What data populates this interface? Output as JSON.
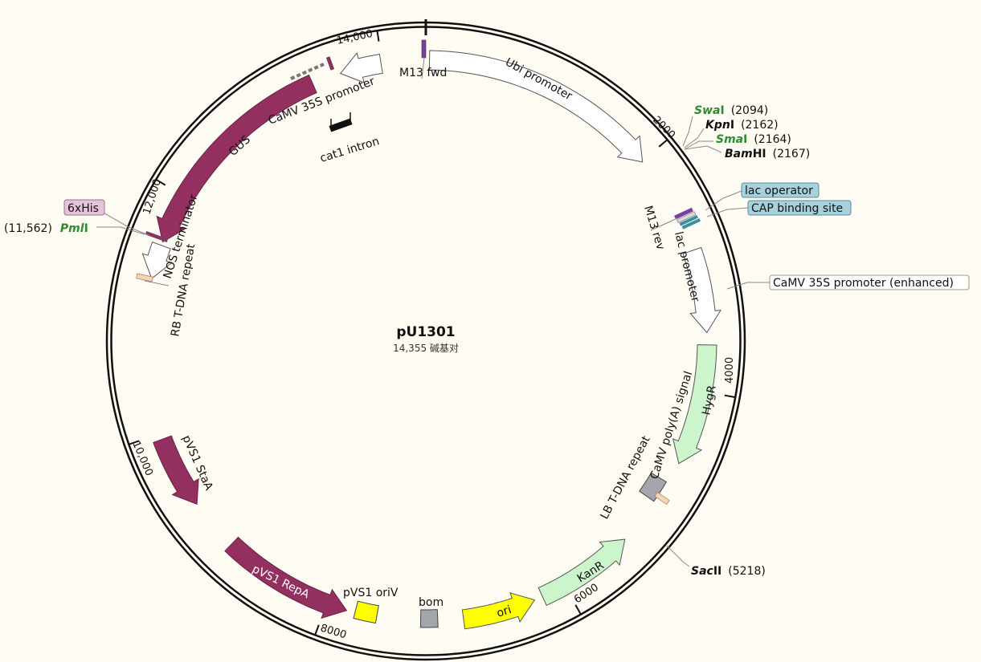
{
  "plasmid": {
    "name": "pU1301",
    "length_label": "14,355 碱基对",
    "total_bp": 14355
  },
  "colors": {
    "background": "#fffcf4",
    "maroon": "#93305f",
    "white_feature": "#ffffff",
    "light_green": "#ccf5cc",
    "yellow": "#ffff00",
    "gray": "#a3a6ad",
    "tan": "#f4d5b5",
    "purple": "#7b3fa0",
    "blue_label": "#a6d1dd",
    "pink_label": "#e5c3d9"
  },
  "features": [
    {
      "name": "Ubi promoter",
      "start": 30,
      "end": 2010,
      "dir": 1,
      "color": "#ffffff"
    },
    {
      "name": "lac promoter",
      "start": 2840,
      "end": 3520,
      "dir": 1,
      "color": "#ffffff"
    },
    {
      "name": "HygR",
      "start": 3620,
      "end": 4620,
      "dir": 1,
      "color": "#ccf5cc"
    },
    {
      "name": "KanR",
      "start": 5380,
      "end": 6200,
      "dir": -1,
      "color": "#ccf5cc"
    },
    {
      "name": "ori",
      "start": 6270,
      "end": 6870,
      "dir": -1,
      "color": "#ffff00"
    },
    {
      "name": "pVS1 RepA",
      "start": 7830,
      "end": 8920,
      "dir": -1,
      "color": "#93305f"
    },
    {
      "name": "pVS1 StaA",
      "start": 9350,
      "end": 9950,
      "dir": -1,
      "color": "#93305f"
    },
    {
      "name": "NOS terminator",
      "start": 11280,
      "end": 11560,
      "dir": -1,
      "color": "#ffffff"
    },
    {
      "name": "GUS",
      "start": 11590,
      "end": 13410,
      "dir": -1,
      "color": "#93305f"
    },
    {
      "name": "CaMV 35S promoter",
      "start": 13650,
      "end": 13990,
      "dir": -1,
      "color": "#ffffff"
    }
  ],
  "boxes": [
    {
      "name": "CaMV poly(A) signal",
      "start": 4800,
      "end": 4990,
      "color": "#a3a6ad"
    },
    {
      "name": "bom",
      "start": 7080,
      "end": 7220,
      "color": "#a3a6ad"
    },
    {
      "name": "pVS1 oriV",
      "start": 7580,
      "end": 7760,
      "color": "#ffff00"
    }
  ],
  "labels": {
    "m13_fwd": "M13 fwd",
    "ubi": "Ubi promoter",
    "camv35s": "CaMV 35S promoter",
    "gus": "GUS",
    "cat1": "cat1 intron",
    "nos": "NOS terminator",
    "rb": "RB T-DNA repeat",
    "m13_rev": "M13 rev",
    "lac_promoter": "lac promoter",
    "hygr": "HygR",
    "polya": "CaMV poly(A) signal",
    "lb": "LB T-DNA repeat",
    "kanr": "KanR",
    "ori": "ori",
    "bom": "bom",
    "pvs1_oriv": "pVS1 oriV",
    "pvs1_repa": "pVS1 RepA",
    "pvs1_staa": "pVS1 StaA",
    "his": "6xHis",
    "lac_operator": "lac operator",
    "cap": "CAP binding site",
    "camv_enh": "CaMV 35S promoter (enhanced)"
  },
  "ticks": [
    {
      "bp": 2000,
      "label": "2000"
    },
    {
      "bp": 4000,
      "label": "4000"
    },
    {
      "bp": 6000,
      "label": "6000"
    },
    {
      "bp": 8000,
      "label": "8000"
    },
    {
      "bp": 10000,
      "label": "10,000"
    },
    {
      "bp": 12000,
      "label": "12,000"
    },
    {
      "bp": 14000,
      "label": "14,000"
    }
  ],
  "enzymes": [
    {
      "italic": "Swa",
      "roman": "I",
      "pos": "(2094)",
      "bp": 2094,
      "green": true
    },
    {
      "italic": "Kpn",
      "roman": "I",
      "pos": "(2162)",
      "bp": 2162,
      "green": false
    },
    {
      "italic": "Sma",
      "roman": "I",
      "pos": "(2164)",
      "bp": 2164,
      "green": true
    },
    {
      "italic": "Bam",
      "roman": "HI",
      "pos": "(2167)",
      "bp": 2167,
      "green": false
    },
    {
      "italic": "Sac",
      "roman": "II",
      "pos": "(5218)",
      "bp": 5218,
      "green": false
    },
    {
      "italic": "Pml",
      "roman": "I",
      "pos": "(11,562)",
      "bp": 11562,
      "green": true
    }
  ]
}
